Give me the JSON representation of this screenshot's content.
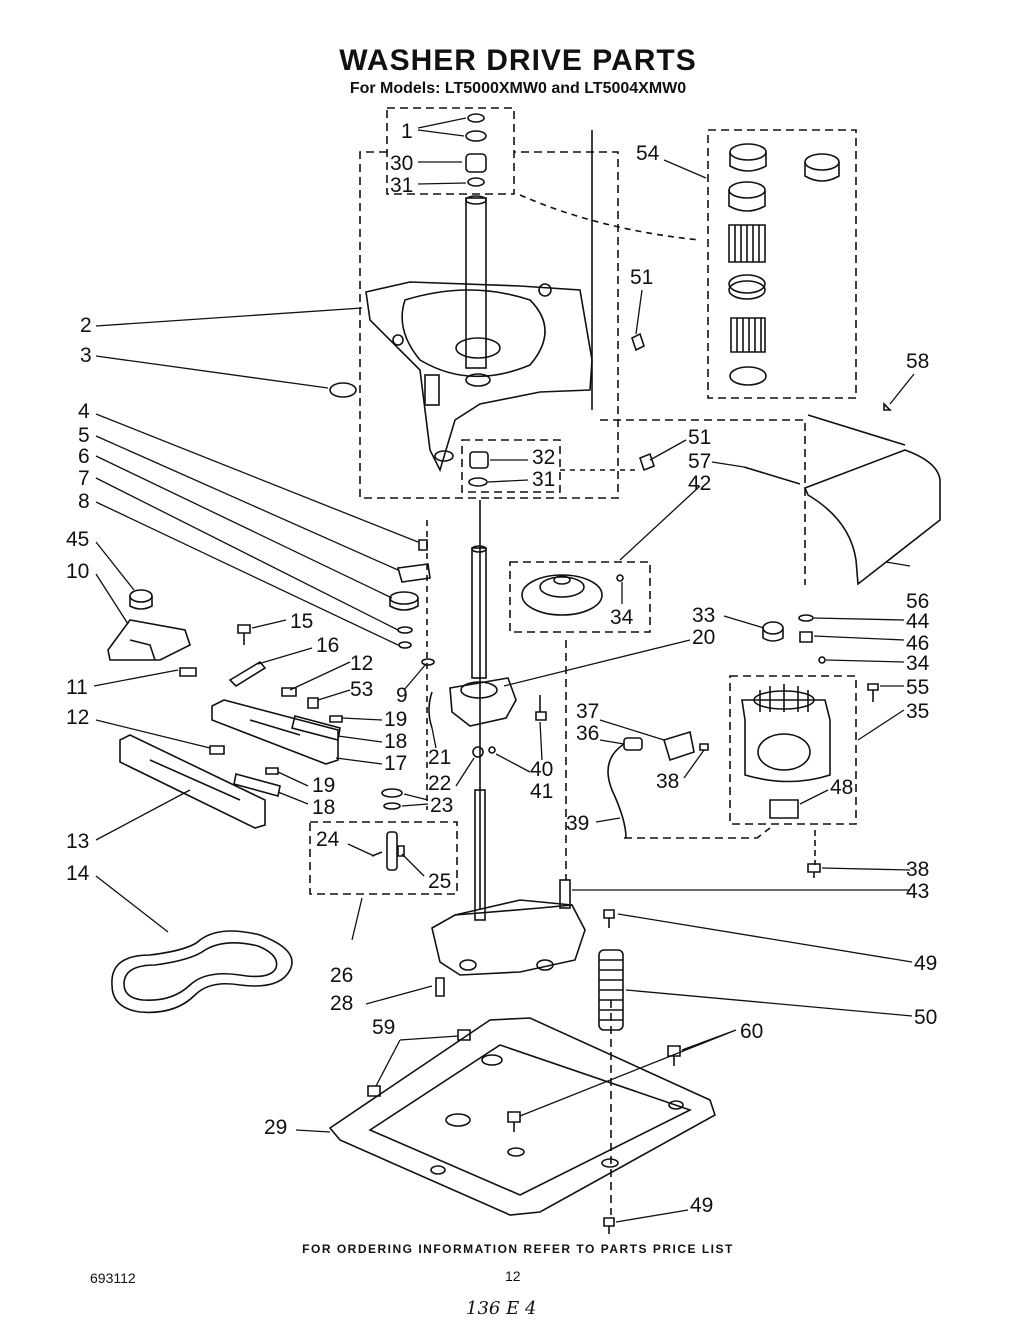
{
  "title": "WASHER DRIVE PARTS",
  "subtitle": "For Models: LT5000XMW0 and LT5004XMW0",
  "footer_note": "FOR ORDERING INFORMATION REFER TO PARTS PRICE LIST",
  "document_number": "693112",
  "page_number": "12",
  "handwritten_note": "136 E 4",
  "callouts": {
    "c1": "1",
    "c2": "2",
    "c3": "3",
    "c4": "4",
    "c5": "5",
    "c6": "6",
    "c7": "7",
    "c8": "8",
    "c9": "9",
    "c10": "10",
    "c11": "11",
    "c12a": "12",
    "c12b": "12",
    "c13": "13",
    "c14": "14",
    "c15": "15",
    "c16": "16",
    "c17": "17",
    "c18a": "18",
    "c18b": "18",
    "c19a": "19",
    "c19b": "19",
    "c20": "20",
    "c21": "21",
    "c22": "22",
    "c23": "23",
    "c24": "24",
    "c25": "25",
    "c26": "26",
    "c28": "28",
    "c29": "29",
    "c30": "30",
    "c31a": "31",
    "c31b": "31",
    "c32": "32",
    "c33": "33",
    "c34a": "34",
    "c34b": "34",
    "c35": "35",
    "c36": "36",
    "c37": "37",
    "c38a": "38",
    "c38b": "38",
    "c39": "39",
    "c40": "40",
    "c41": "41",
    "c42": "42",
    "c43": "43",
    "c44": "44",
    "c45": "45",
    "c46": "46",
    "c48": "48",
    "c49a": "49",
    "c49b": "49",
    "c50": "50",
    "c51a": "51",
    "c51b": "51",
    "c53": "53",
    "c54": "54",
    "c55": "55",
    "c56": "56",
    "c57": "57",
    "c58": "58",
    "c59": "59",
    "c60": "60"
  }
}
